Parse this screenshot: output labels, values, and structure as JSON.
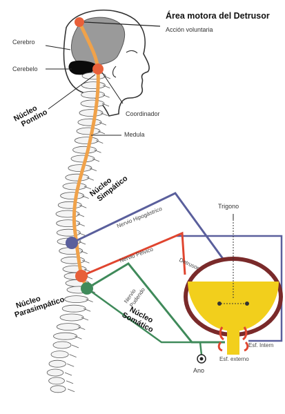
{
  "labels": {
    "area_motora": "Área motora del Detrusor",
    "accion_voluntaria": "Acción voluntaria",
    "cerebro": "Cerebro",
    "cerebelo": "Cerebelo",
    "nucleo_pontino": [
      "Núcleo",
      "Pontino"
    ],
    "coordinador": "Coordinador",
    "medula": "Medula",
    "nucleo_simpatico": [
      "Núcleo",
      "Simpático"
    ],
    "nervio_hipogastrico": "Nervio Hipogástrico",
    "trigono": "Trigono",
    "nervio_pelvico": "Nervio Pélvico",
    "detrusor": "Detrusor",
    "nervio_pudendo": [
      "Nervio",
      "Pudendo"
    ],
    "nucleo_parasimpatico": [
      "Núcleo",
      "Parasimpático"
    ],
    "nucleo_somatico": [
      "Núcleo",
      "Somático"
    ],
    "esf_interno": "Esf. Intern",
    "esf_externo": "Esf. externo",
    "ano": "Ano"
  },
  "colors": {
    "orange_nucleus": "#e8603a",
    "orange_tract": "#f0a24a",
    "blue_nerve": "#5a5f9c",
    "red_nerve": "#e0452f",
    "green_nerve": "#3f8a5a",
    "bladder_wall": "#7a2a2a",
    "urine_yellow": "#f2cf1c",
    "brain_gray": "#9a9a9a"
  }
}
